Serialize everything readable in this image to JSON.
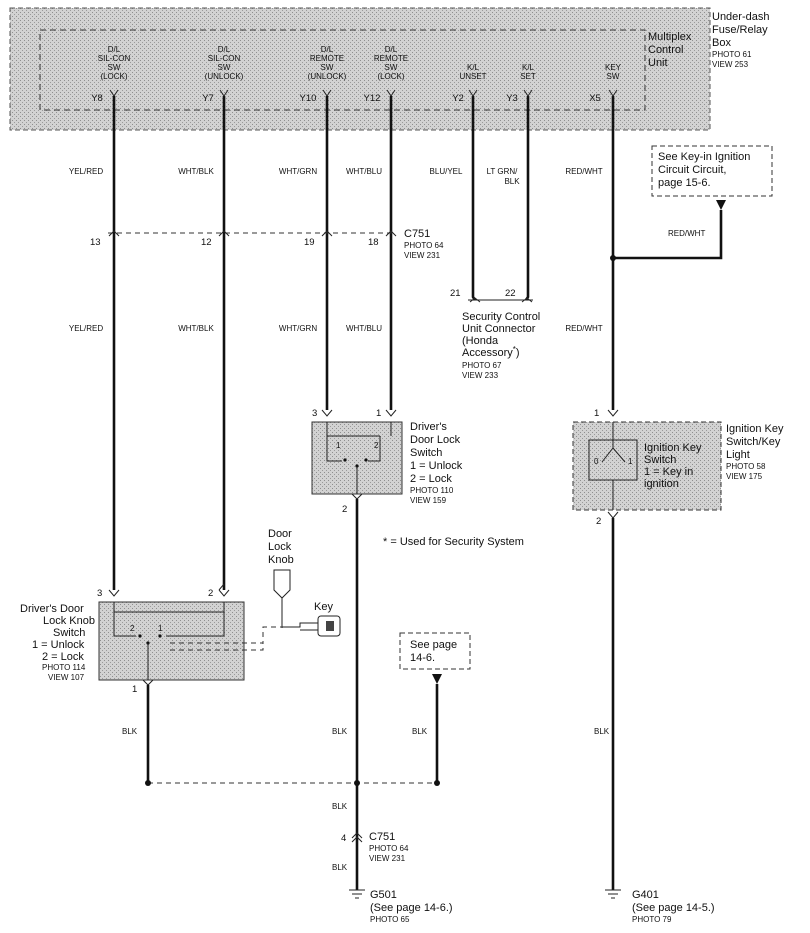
{
  "box": {
    "title": [
      "Under-dash",
      "Fuse/Relay",
      "Box"
    ],
    "photo": "PHOTO 61",
    "view": "VIEW 253",
    "unit": [
      "Multiplex",
      "Control",
      "Unit"
    ]
  },
  "terminals": [
    {
      "label": [
        "D/L",
        "SIL-CON",
        "SW",
        "(LOCK)"
      ],
      "pin": "Y8"
    },
    {
      "label": [
        "D/L",
        "SIL-CON",
        "SW",
        "(UNLOCK)"
      ],
      "pin": "Y7"
    },
    {
      "label": [
        "D/L",
        "REMOTE",
        "SW",
        "(UNLOCK)"
      ],
      "pin": "Y10"
    },
    {
      "label": [
        "D/L",
        "REMOTE",
        "SW",
        "(LOCK)"
      ],
      "pin": "Y12"
    },
    {
      "label": [
        "K/L",
        "UNSET"
      ],
      "pin": "Y2"
    },
    {
      "label": [
        "K/L",
        "SET"
      ],
      "pin": "Y3"
    },
    {
      "label": [
        "KEY",
        "SW"
      ],
      "pin": "X5"
    }
  ],
  "wires_top": [
    "YEL/RED",
    "WHT/BLK",
    "WHT/GRN",
    "WHT/BLU",
    "BLU/YEL",
    "LT GRN/",
    "BLK",
    "RED/WHT"
  ],
  "c751_top": {
    "name": "C751",
    "photo": "PHOTO 64",
    "view": "VIEW 231",
    "pins": [
      "13",
      "12",
      "19",
      "18"
    ]
  },
  "wires_mid": [
    "YEL/RED",
    "WHT/BLK",
    "WHT/GRN",
    "WHT/BLU",
    "RED/WHT"
  ],
  "security": {
    "pins": [
      "21",
      "22"
    ],
    "lines": [
      "Security Control",
      "Unit Connector",
      "(Honda",
      "Accessory",
      "*",
      ")"
    ],
    "photo": "PHOTO 67",
    "view": "VIEW 233"
  },
  "key_in_note": [
    "See Key-in Ignition",
    "Circuit Circuit,",
    "page 15-6."
  ],
  "key_in_wire": "RED/WHT",
  "driver_switch": {
    "pins": [
      "3",
      "1",
      "2"
    ],
    "inner": [
      "1",
      "2"
    ],
    "lines": [
      "Driver's",
      "Door Lock",
      "Switch",
      "1 = Unlock",
      "2 = Lock"
    ],
    "photo": "PHOTO 110",
    "view": "VIEW 159"
  },
  "ignition": {
    "pins": [
      "1",
      "2"
    ],
    "lines": [
      "Ignition Key",
      "Switch/Key",
      "Light"
    ],
    "photo": "PHOTO 58",
    "view": "VIEW 175",
    "inner": [
      "Ignition Key",
      "Switch",
      "1 = Key in",
      "ignition"
    ],
    "inner_pins": [
      "0",
      "1"
    ]
  },
  "footnote": "* = Used for Security System",
  "door_lock_knob": [
    "Door",
    "Lock",
    "Knob"
  ],
  "key_label": "Key",
  "knob_switch": {
    "pins": [
      "3",
      "2",
      "1"
    ],
    "inner": [
      "2",
      "1"
    ],
    "lines": [
      "Driver's Door",
      "Lock Knob",
      "Switch",
      "1 = Unlock",
      "2 = Lock"
    ],
    "photo": "PHOTO 114",
    "view": "VIEW 107"
  },
  "see_page_note": [
    "See page",
    "14-6."
  ],
  "blk": "BLK",
  "c751_bottom": {
    "pin": "4",
    "name": "C751",
    "photo": "PHOTO 64",
    "view": "VIEW 231"
  },
  "g501": {
    "name": "G501",
    "note": "(See page 14-6.)",
    "photo": "PHOTO 65"
  },
  "g401": {
    "name": "G401",
    "note": "(See page 14-5.)",
    "photo": "PHOTO 79"
  }
}
